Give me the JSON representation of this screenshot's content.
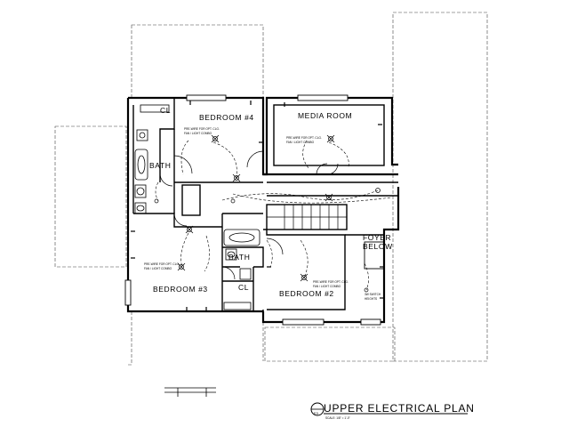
{
  "plan": {
    "title": "UPPER ELECTRICAL PLAN",
    "scale_note": "SCALE: 1/8\" = 1'-0\"",
    "sheet_marker": "E3",
    "rooms": {
      "bedroom4": "BEDROOM #4",
      "media_room": "MEDIA ROOM",
      "bath_upper": "BATH",
      "bath_lower": "BATH",
      "bedroom3": "BEDROOM #3",
      "bedroom2": "BEDROOM #2",
      "foyer_line1": "FOYER",
      "foyer_line2": "BELOW",
      "closet_upper": "CL",
      "closet_lower": "CL"
    },
    "notes": {
      "prewire_line1": "PRE-WIRE FOR OPT. CLG.",
      "prewire_line2": "FAN / LIGHT COMBO",
      "switch_line1": "3W SWITCH",
      "switch_line2": "HEIGHTS"
    }
  }
}
